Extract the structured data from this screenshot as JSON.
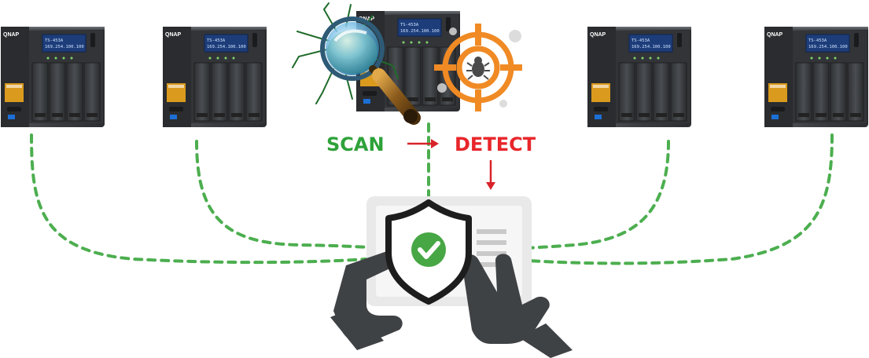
{
  "nas_devices": [
    {
      "id": "nas-1",
      "brand": "QNAP",
      "model": "TS-453A",
      "ip": "169.254.100.100"
    },
    {
      "id": "nas-2",
      "brand": "QNAP",
      "model": "TS-453A",
      "ip": "169.254.100.100"
    },
    {
      "id": "nas-3",
      "brand": "QNAP",
      "model": "TS-453A",
      "ip": "169.254.100.100"
    },
    {
      "id": "nas-4",
      "brand": "QNAP",
      "model": "TS-453A",
      "ip": "169.254.100.100"
    },
    {
      "id": "nas-5",
      "brand": "QNAP",
      "model": "TS-453A",
      "ip": "169.254.100.100"
    }
  ],
  "flow": {
    "scan_label": "SCAN",
    "detect_label": "DETECT"
  },
  "colors": {
    "scan": "#2ea23a",
    "detect": "#e8262a",
    "arrow": "#d8232a",
    "dashed_line": "#4cae4f",
    "target": "#f08a24",
    "shield_check": "#47a745",
    "hands": "#3f4245",
    "nas_body": "#3d3f42",
    "nas_lcd": "#1d3d7a",
    "nas_sticker": "#d99a1e"
  },
  "icons": [
    "magnifier-virus-icon",
    "target-bug-icon",
    "shield-check-icon",
    "hands-tablet-icon"
  ]
}
